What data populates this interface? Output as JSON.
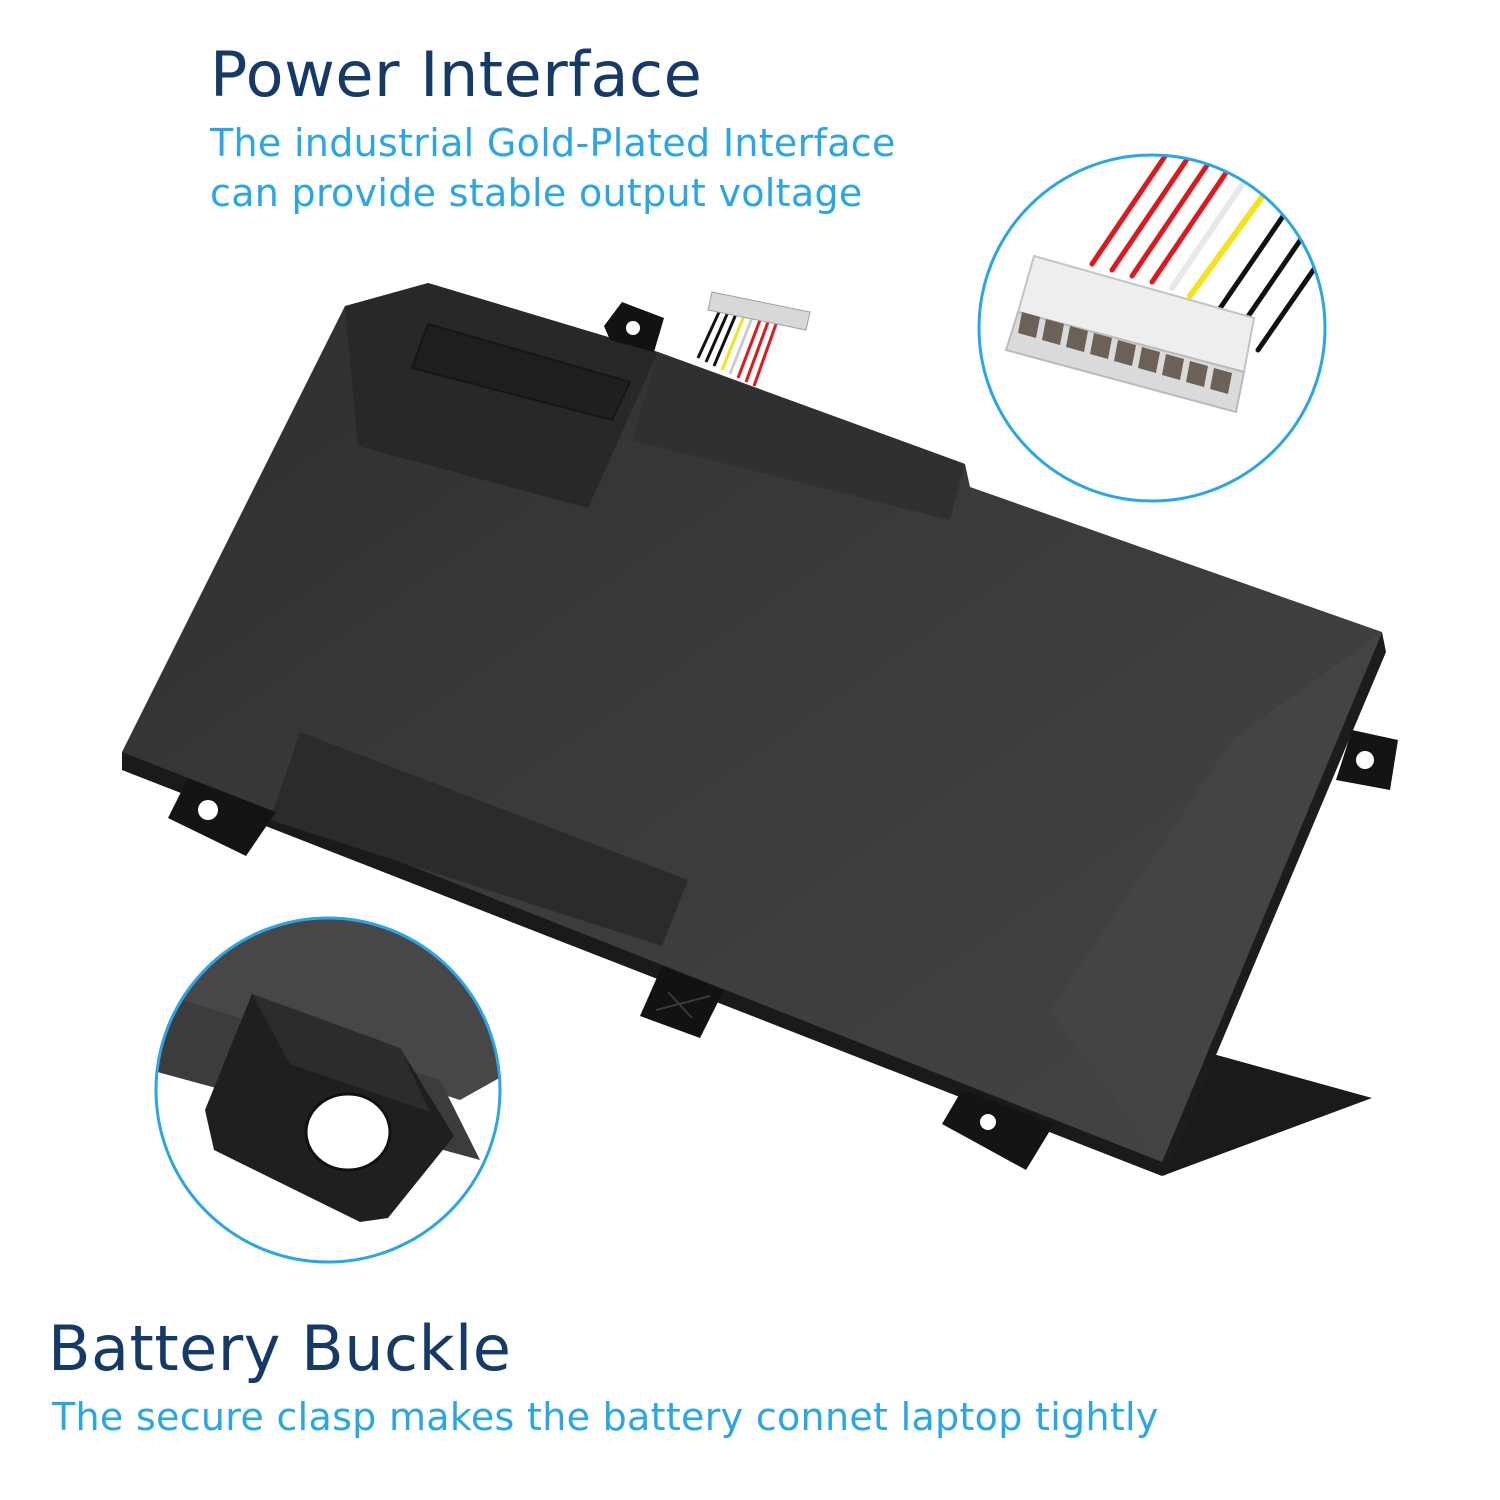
{
  "power_interface": {
    "title": "Power Interface",
    "description_lines": [
      "The industrial Gold-Plated Interface",
      "can provide stable output voltage"
    ]
  },
  "battery_buckle": {
    "title": "Battery Buckle",
    "description": "The secure clasp makes the battery connet laptop tightly"
  },
  "colors": {
    "heading": "#163a67",
    "caption": "#2aa5e6",
    "circle_outline": "#2aa5e6",
    "battery_body": "#3a3a3a",
    "wire_red": "#e3161b",
    "wire_yellow": "#f4e21a",
    "wire_white": "#f2f2f2",
    "wire_black": "#111111"
  },
  "connector_wires": [
    "red",
    "red",
    "red",
    "red",
    "white",
    "yellow",
    "black",
    "black",
    "black"
  ]
}
